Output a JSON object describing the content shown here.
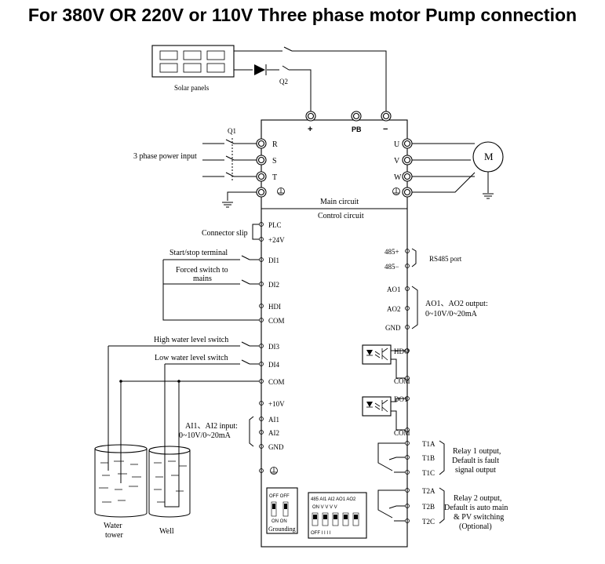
{
  "title": "For 380V OR 220V or 110V Three phase motor Pump connection",
  "labels": {
    "solar_panels": "Solar panels",
    "q2": "Q2",
    "q1": "Q1",
    "power_input": "3 phase power input",
    "plus": "+",
    "pb": "PB",
    "minus": "−",
    "motor": "M",
    "main_circuit": "Main circuit",
    "control_circuit": "Control circuit",
    "connector_slip": "Connector slip",
    "start_stop": "Start/stop terminal",
    "forced_switch_1": "Forced switch to",
    "forced_switch_2": "mains",
    "high_water": "High water level switch",
    "low_water": "Low water level switch",
    "ai_input_1": "AI1、AI2 input:",
    "ai_input_2": "0~10V/0~20mA",
    "rs485_port": "RS485 port",
    "ao_output_1": "AO1、AO2 output:",
    "ao_output_2": "0~10V/0~20mA",
    "relay1_1": "Relay 1 output,",
    "relay1_2": "Default is fault",
    "relay1_3": "signal output",
    "relay2_1": "Relay 2 output,",
    "relay2_2": "Default is auto main",
    "relay2_3": "& PV switching",
    "relay2_4": "(Optional)",
    "water_tower_1": "Water",
    "water_tower_2": "tower",
    "well": "Well",
    "grounding": "Grounding",
    "dip_off_off": "OFF OFF",
    "dip_on_on": "ON  ON",
    "dip_header": "485 AI1 AI2 AO1 AO2",
    "dip_on_row": "ON  V   V   V   V",
    "dip_off_row": "OFF  I   I   I   I"
  },
  "main_terminals_left": [
    "R",
    "S",
    "T"
  ],
  "main_terminals_right": [
    "U",
    "V",
    "W"
  ],
  "control_terminals_left": [
    "PLC",
    "+24V",
    "DI1",
    "DI2",
    "HDI",
    "COM",
    "DI3",
    "DI4",
    "COM",
    "+10V",
    "AI1",
    "AI2",
    "GND"
  ],
  "control_terminals_right": [
    "485+",
    "485−",
    "AO1",
    "AO2",
    "GND",
    "HDO",
    "COM",
    "DO1",
    "COM",
    "T1A",
    "T1B",
    "T1C",
    "T2A",
    "T2B",
    "T2C"
  ]
}
